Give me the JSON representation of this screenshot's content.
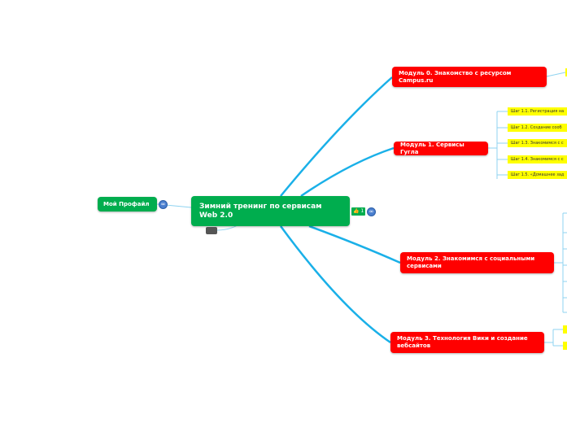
{
  "central": {
    "title": "Зимний тренинг по сервисам Web 2.0",
    "likes": "1"
  },
  "profile": {
    "label": "Мой Профайл"
  },
  "modules": [
    {
      "label": "Модуль 0. Знакомство с ресурсом Campus.ru"
    },
    {
      "label": "Модуль 1. Сервисы Гугла",
      "steps": [
        "Шаг 1.1. Регистрация на",
        "Шаг 1.2.  Создание сооб",
        "Шаг 1.3. Знакомимся с с",
        "Шаг 1.4. Знакомимся с с",
        "Шаг 1.5. «Домашнее зад"
      ]
    },
    {
      "label": "Модуль 2. Знакомимся с социальными сервисами"
    },
    {
      "label": "Модуль 3. Технология Вики и создание вебсайтов"
    }
  ],
  "colors": {
    "central": "#00ad4e",
    "module": "#ff0000",
    "step": "#ffff00",
    "line": "#1ab0e8"
  }
}
